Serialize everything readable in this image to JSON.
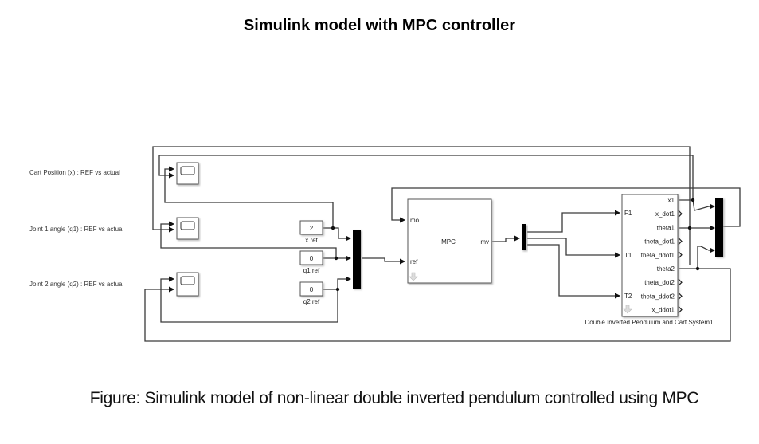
{
  "title": "Simulink model with MPC controller",
  "caption": "Figure: Simulink model of non-linear double inverted pendulum controlled using MPC",
  "scope_labels": [
    "Cart Position (x) : REF vs actual",
    "Joint 1 angle (q1) : REF vs actual",
    "Joint 2 angle (q2) : REF vs actual"
  ],
  "constants": [
    {
      "value": "2",
      "label": "x ref"
    },
    {
      "value": "0",
      "label": "q1 ref"
    },
    {
      "value": "0",
      "label": "q2 ref"
    }
  ],
  "mpc": {
    "name": "MPC",
    "inputs": [
      "mo",
      "ref"
    ],
    "output": "mv"
  },
  "plant": {
    "name": "Double Inverted Pendulum and Cart System1",
    "inputs": [
      "F1",
      "T1",
      "T2"
    ],
    "outputs": [
      "x1",
      "x_dot1",
      "theta1",
      "theta_dot1",
      "theta_ddot1",
      "theta2",
      "theta_dot2",
      "theta_ddot2",
      "x_ddot1"
    ]
  },
  "colors": {
    "wire": "#3a3a3a",
    "mux": "#000000",
    "block_border": "#555555"
  }
}
